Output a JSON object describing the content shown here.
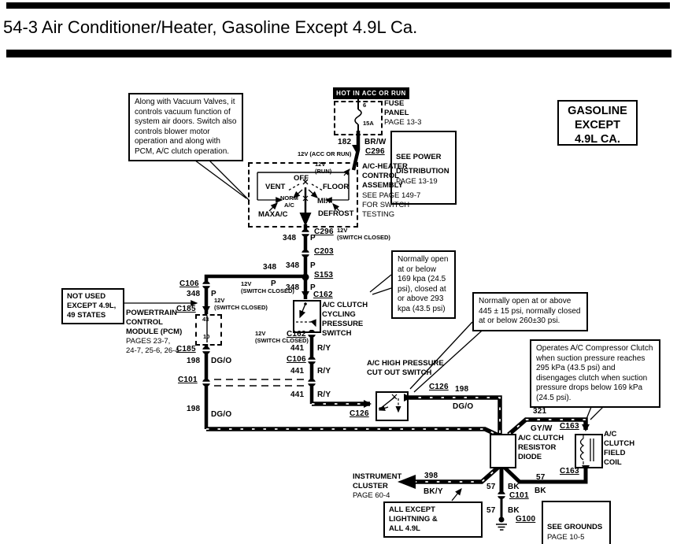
{
  "header": {
    "title": "54-3 Air Conditioner/Heater, Gasoline Except 4.9L Ca."
  },
  "power": {
    "banner": "HOT IN ACC OR RUN",
    "fuse_number": "6",
    "fuse_rating": "15A",
    "fuse_panel": "FUSE\nPANEL",
    "fuse_panel_page": "PAGE 13-3",
    "see_power": "SEE POWER\nDISTRIBUTION",
    "see_power_page": "PAGE  13-19"
  },
  "variant": {
    "gasoline": "GASOLINE\nEXCEPT\n4.9L CA."
  },
  "control": {
    "name": "A/C-HEATER\nCONTROL\nASSEMBLY",
    "note": "SEE PAGE 149-7\nFOR SWITCH\nTESTING",
    "off": "OFF",
    "vent": "VENT",
    "floor": "FLOOR",
    "norm": "NORM\nA/C",
    "mix": "MIX",
    "max": "MAXA/C",
    "defrost": "DEFROST"
  },
  "callouts": {
    "vacuum": "Along with Vacuum Valves, it controls vacuum function of system air doors.  Switch also controls blower motor operation and along with PCM, A/C clutch operation.",
    "cycling": "Normally open at or below 169 kpa (24.5 psi), closed at or above 293 kpa (43.5 psi)",
    "high_pressure": "Normally open at or above 445 ± 15 psi, normally closed at or below 260±30 psi.",
    "compressor": "Operates A/C Compressor Clutch when suction pressure reaches 295 kPa (43.5 psi) and disengages clutch when suction pressure drops below 169 kPa (24.5 psi)."
  },
  "boxes": {
    "not_used": "NOT USED\nEXCEPT 4.9L,\n49 STATES",
    "pcm_name": "POWERTRAIN\nCONTROL\nMODULE (PCM)",
    "pcm_pages": "PAGES 23-7,\n24-7, 25-6, 26-4",
    "pcm_pin_top": "43",
    "pcm_pin_bottom": "10",
    "all_except": "ALL EXCEPT LIGHTNING &\nALL 4.9L",
    "see_grounds": "SEE  GROUNDS",
    "see_grounds_page": "PAGE 10-5",
    "instrument": "INSTRUMENT\nCLUSTER",
    "instrument_page": "PAGE 60-4"
  },
  "components": {
    "cycling_switch": "A/C CLUTCH\nCYCLING\nPRESSURE\nSWITCH",
    "high_pressure_switch": "A/C  HIGH  PRESSURE\nCUT OUT SWITCH",
    "resistor_diode": "A/C CLUTCH\nRESISTOR\nDIODE",
    "field_coil": "A/C\nCLUTCH\nFIELD\nCOIL"
  },
  "connectors": {
    "c296": "C296",
    "c203": "C203",
    "s153": "S153",
    "c162": "C162",
    "c106": "C106",
    "c185": "C185",
    "c101": "C101",
    "c126": "C126",
    "c163": "C163",
    "g100": "G100"
  },
  "wires": {
    "w348": "348",
    "p": "P",
    "w441": "441",
    "ry": "R/Y",
    "w198": "198",
    "dgo": "DG/O",
    "w57": "57",
    "bk": "BK",
    "w321": "321",
    "gyw": "GY/W",
    "w182": "182",
    "brw": "BR/W",
    "w398": "398",
    "bky": "BK/Y"
  },
  "notes": {
    "acc_run": "12V (ACC OR RUN)",
    "run": "12V\n(RUN)",
    "switch_closed": "12V\n(SWITCH CLOSED)"
  }
}
